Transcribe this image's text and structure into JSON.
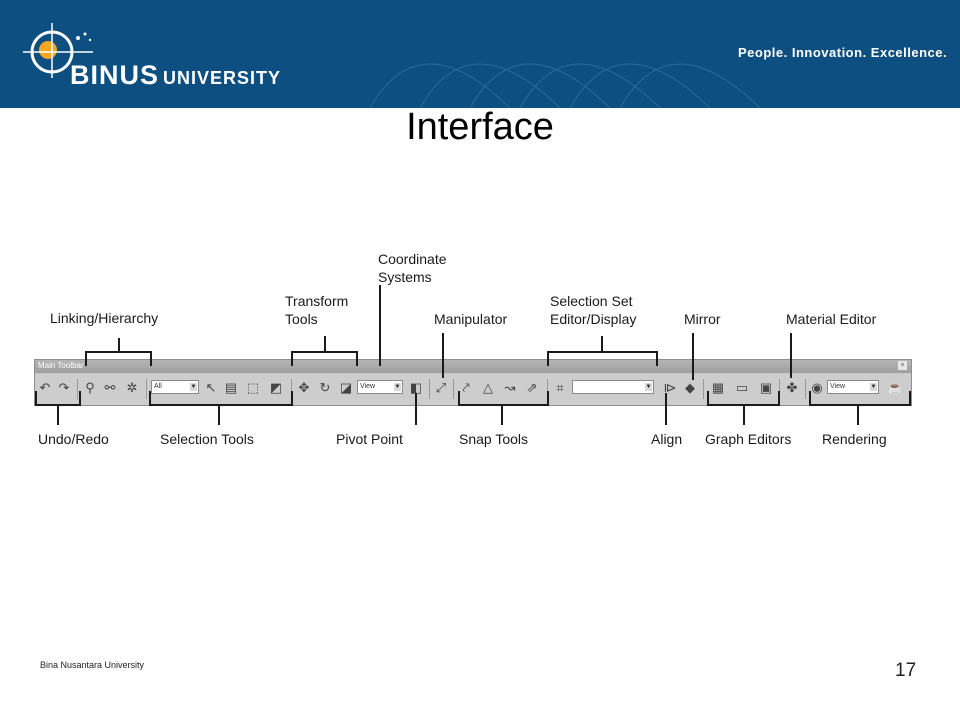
{
  "header": {
    "logo_name": "BINUS",
    "logo_suffix": "UNIVERSITY",
    "tagline": "People. Innovation. Excellence."
  },
  "slide": {
    "title": "Interface",
    "footer": "Bina Nusantara University",
    "page_number": "17"
  },
  "toolbar": {
    "window_title": "Main Toolbar",
    "selection_filter": "All",
    "coordinate_system": "View",
    "selection_set": "",
    "render_mode": "View"
  },
  "callouts": {
    "linking_hierarchy": "Linking/Hierarchy",
    "transform_tools_1": "Transform",
    "transform_tools_2": "Tools",
    "coordinate_systems_1": "Coordinate",
    "coordinate_systems_2": "Systems",
    "manipulator": "Manipulator",
    "selection_set_1": "Selection Set",
    "selection_set_2": "Editor/Display",
    "mirror": "Mirror",
    "material_editor": "Material Editor",
    "undo_redo": "Undo/Redo",
    "selection_tools": "Selection Tools",
    "pivot_point": "Pivot Point",
    "snap_tools": "Snap Tools",
    "align": "Align",
    "graph_editors": "Graph Editors",
    "rendering": "Rendering"
  },
  "colors": {
    "banner": "#0c4f80",
    "logo_accent": "#f5a623",
    "toolbar_bg": "#cdcdcd"
  }
}
